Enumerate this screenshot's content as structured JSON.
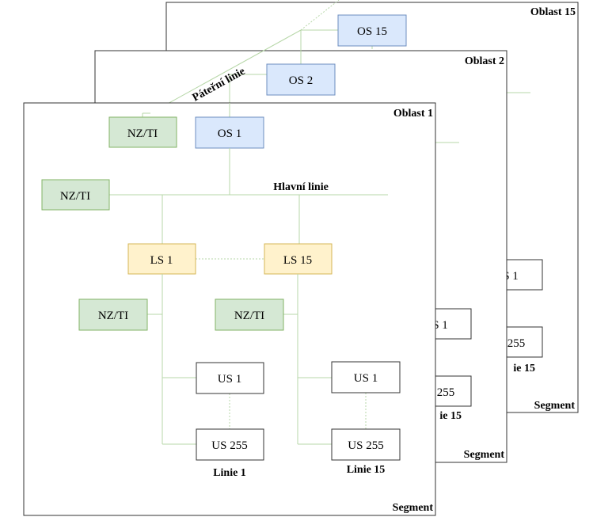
{
  "colors": {
    "line_green": "#b7d7a8",
    "box_green_fill": "#d5e8d4",
    "box_green_stroke": "#82b366",
    "box_blue_fill": "#dae8fc",
    "box_blue_stroke": "#6c8ebf",
    "box_yellow_fill": "#fff2cc",
    "box_yellow_stroke": "#d6b656",
    "frame_stroke": "#333333"
  },
  "areas": {
    "area15": {
      "title": "Oblast 15",
      "segment": "Segment",
      "os": "OS 15",
      "us_partial_1": "S 1",
      "us_partial_2": "255",
      "line_label": "ie 15"
    },
    "area2": {
      "title": "Oblast 2",
      "segment": "Segment",
      "os": "OS 2",
      "us_partial_1": "S 1",
      "us_partial_2": "255",
      "line_label": "ie 15"
    },
    "area1": {
      "title": "Oblast 1",
      "segment": "Segment",
      "os": "OS 1",
      "nzti_top": "NZ/TI",
      "nzti_main": "NZ/TI",
      "main_line": "Hlavní linie",
      "ls_left": "LS 1",
      "ls_right": "LS 15",
      "nzti_left": "NZ/TI",
      "nzti_right": "NZ/TI",
      "us_left_top": "US 1",
      "us_left_bottom": "US 255",
      "us_right_top": "US 1",
      "us_right_bottom": "US 255",
      "line_left": "Linie 1",
      "line_right": "Linie 15"
    }
  },
  "backbone_label": "Páteřní linie"
}
